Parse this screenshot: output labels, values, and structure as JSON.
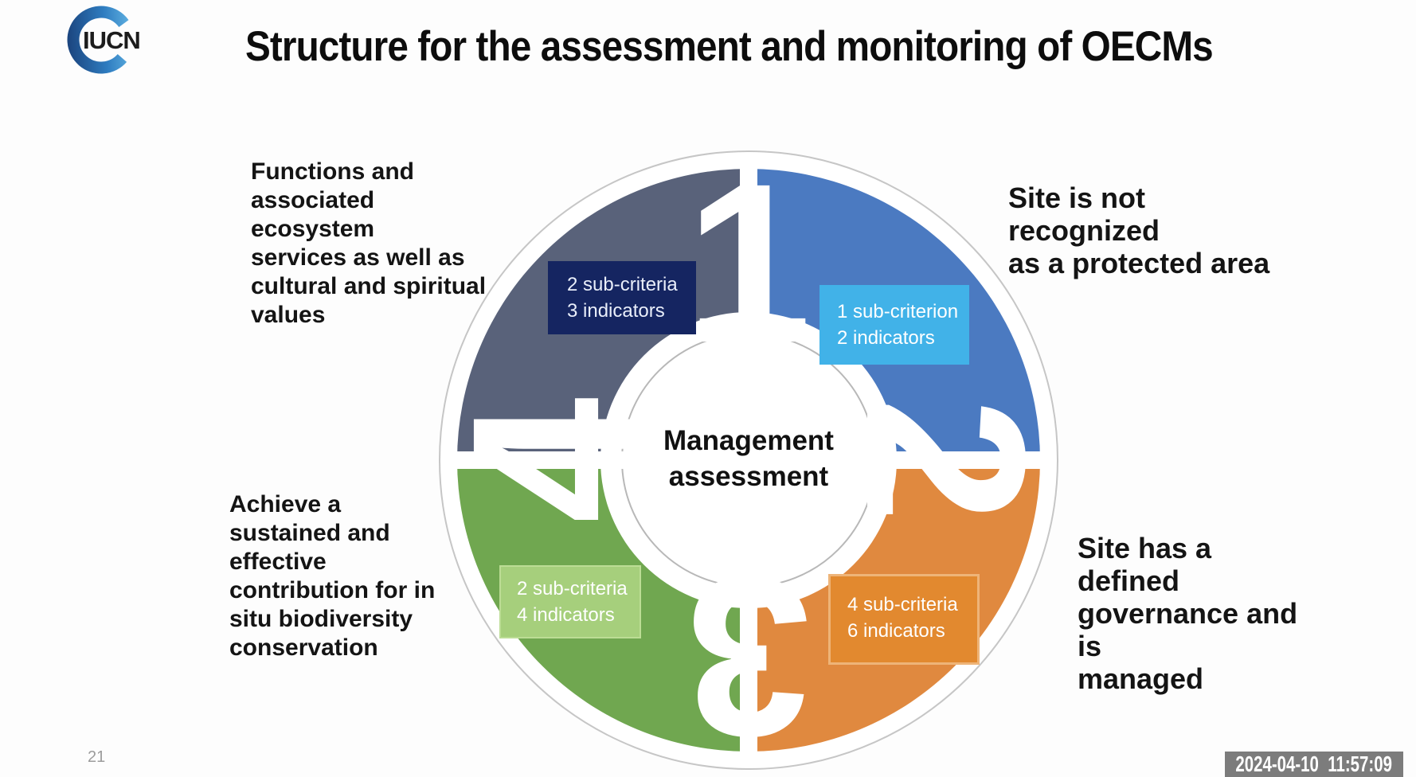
{
  "slide": {
    "logo_text": "IUCN",
    "title": "Structure for the assessment and monitoring of OECMs",
    "page_number": "21",
    "timestamp": "2024-04-10  11:57:09"
  },
  "colors": {
    "quadrant_blue": "#4b7ac1",
    "quadrant_orange": "#e0893f",
    "quadrant_green": "#70a750",
    "quadrant_slate": "#59627a",
    "box_navy": "#152561",
    "box_light_blue": "#41b2e8",
    "box_light_green": "#a6cf7c",
    "box_orange": "#e2892f",
    "timestamp_bg": "#7c7c7c",
    "logo_blue_light": "#6fc2ec",
    "logo_blue_dark": "#183c74"
  },
  "diagram": {
    "hub_lines": [
      "Management",
      "assessment"
    ],
    "segments": [
      {
        "number": "1",
        "position": "top-right",
        "color": "#4b7ac1",
        "box_color": "#41b2e8",
        "box_lines": [
          "1 sub-criterion",
          "2 indicators"
        ],
        "annotation_lines": [
          "Site is not recognized",
          "as a protected area"
        ]
      },
      {
        "number": "2",
        "position": "bottom-right",
        "color": "#e0893f",
        "box_color": "#e2892f",
        "box_lines": [
          "4 sub-criteria",
          "6 indicators"
        ],
        "annotation_lines": [
          "Site has a defined",
          "governance and is",
          "managed"
        ]
      },
      {
        "number": "3",
        "position": "bottom-left",
        "color": "#70a750",
        "box_color": "#a6cf7c",
        "box_lines": [
          "2 sub-criteria",
          "4 indicators"
        ],
        "annotation_lines": [
          "Achieve a",
          "sustained and",
          "effective",
          "contribution for in",
          "situ biodiversity",
          "conservation"
        ]
      },
      {
        "number": "4",
        "position": "top-left",
        "color": "#59627a",
        "box_color": "#152561",
        "box_lines": [
          "2 sub-criteria",
          "3 indicators"
        ],
        "annotation_lines": [
          "Functions and",
          "associated ecosystem",
          "services as well as",
          "cultural and spiritual",
          "values"
        ]
      }
    ]
  }
}
